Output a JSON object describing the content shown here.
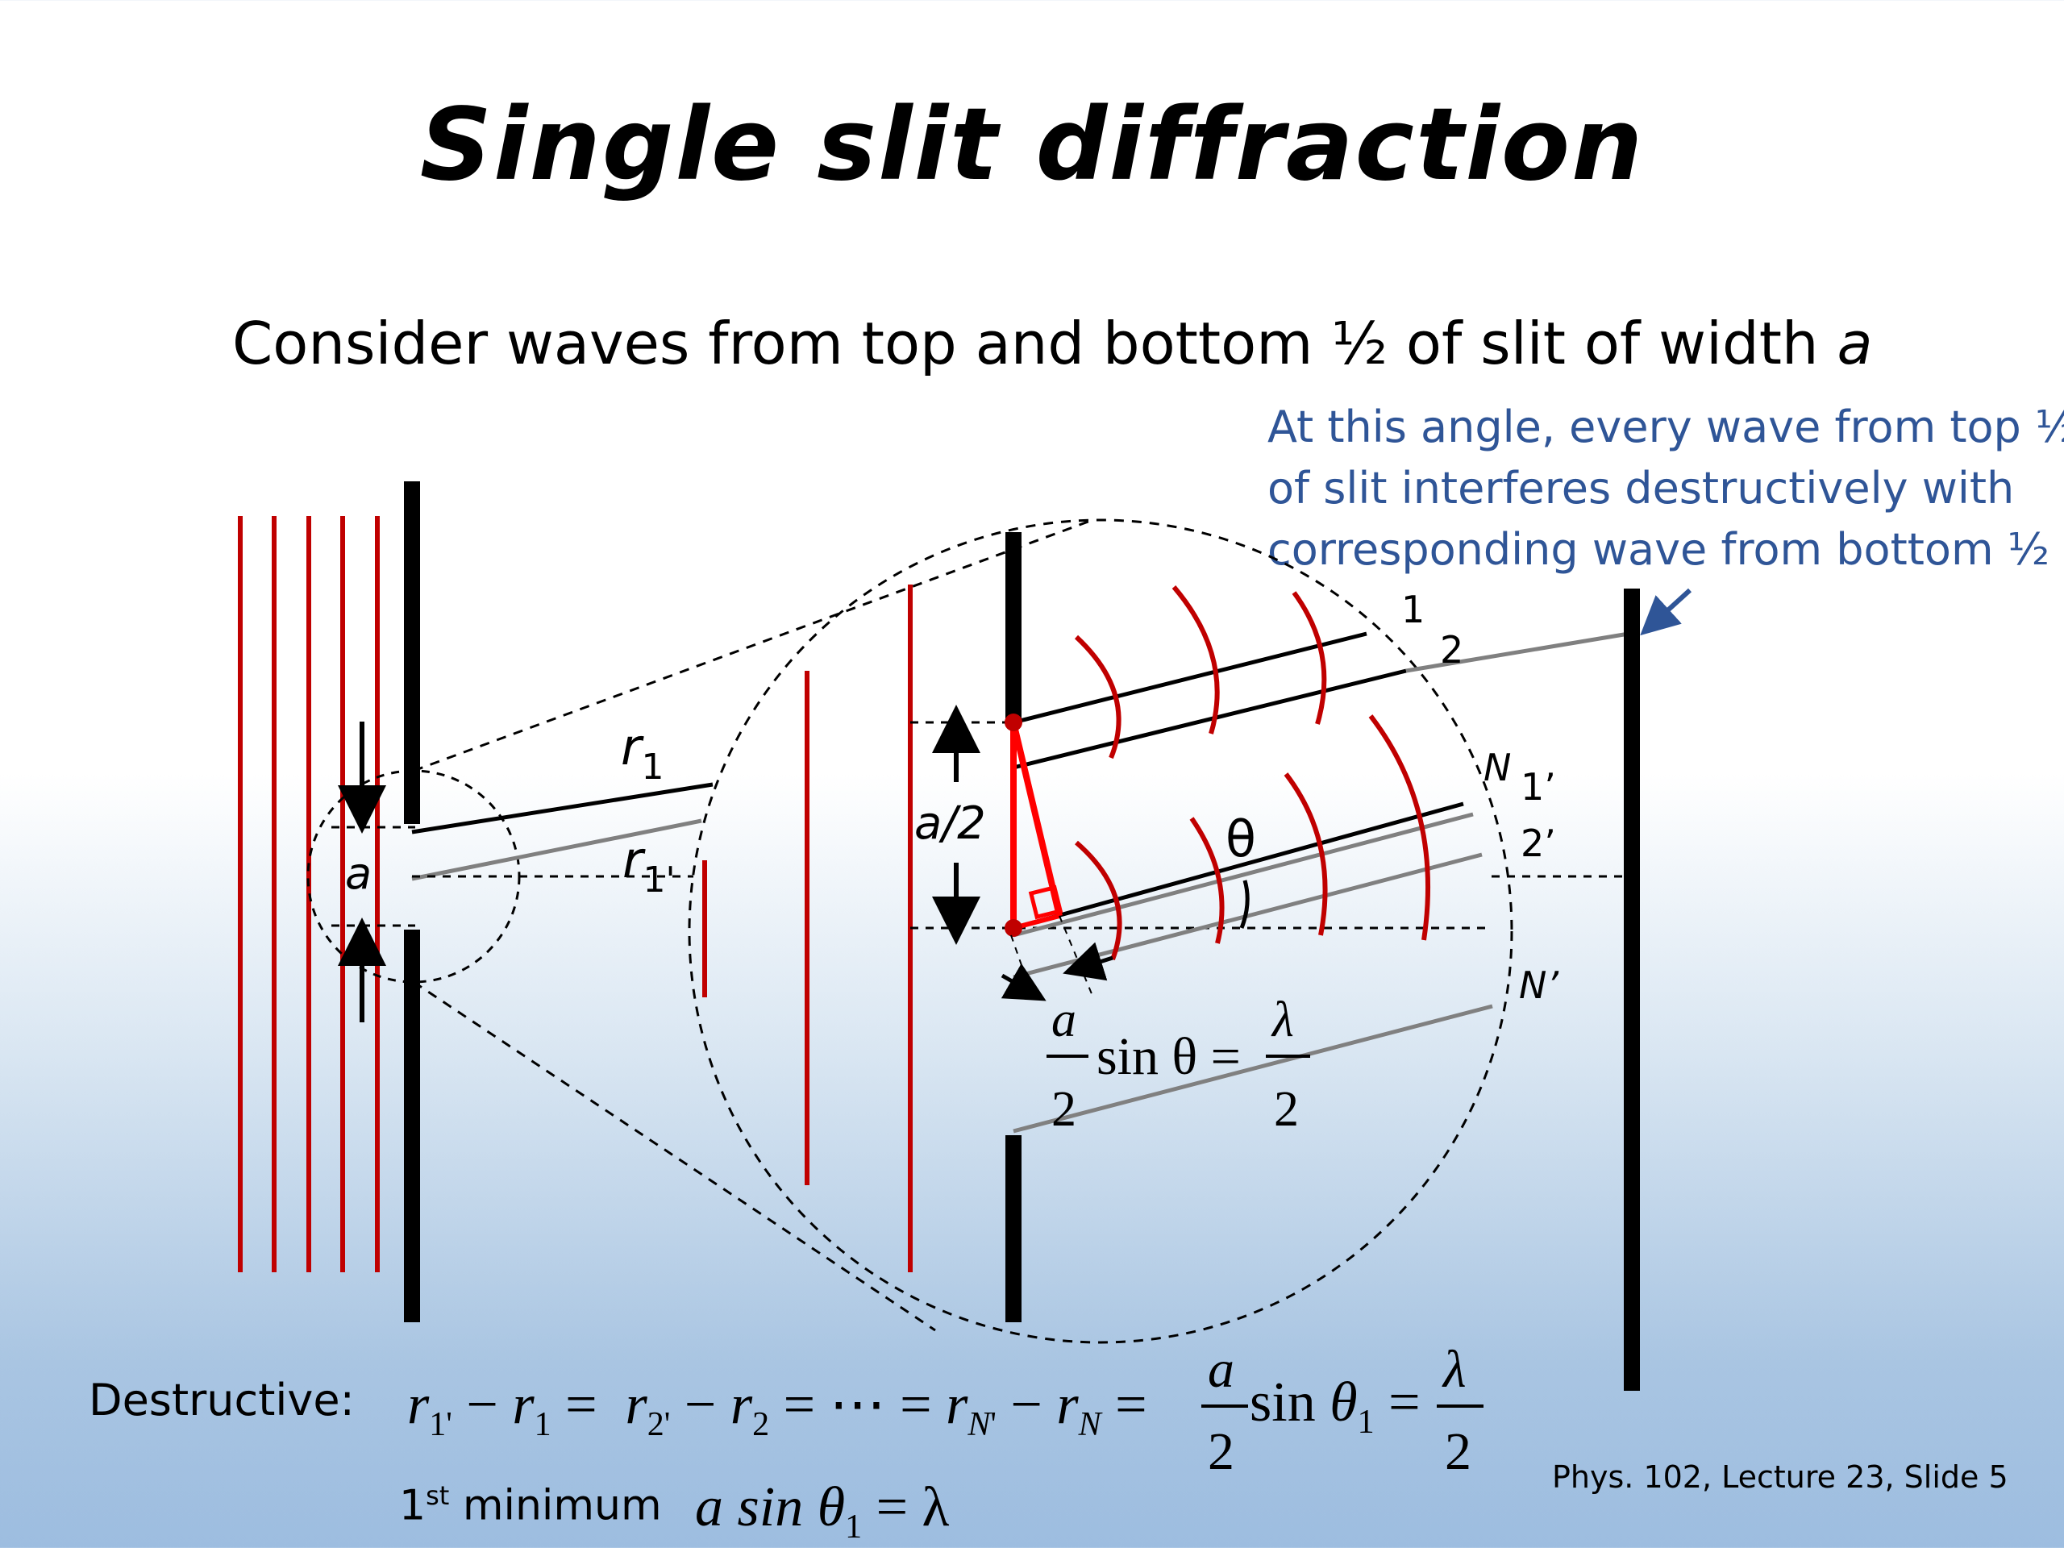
{
  "slide": {
    "title": "Single slit diffraction",
    "subtitle_text": "Consider waves from top and bottom ½ of slit of width ",
    "subtitle_var": "a",
    "note_lines": [
      "At this angle, every wave from top ½",
      "of slit interferes destructively with",
      "corresponding wave from bottom ½"
    ],
    "footer": "Phys. 102, Lecture 23, Slide 5"
  },
  "diagram": {
    "label_a": "a",
    "label_r1": "r",
    "label_r1_sub": "1",
    "label_r1p": "r",
    "label_r1p_sub": "1'",
    "label_a_half": "a/2",
    "label_theta": "θ",
    "ray_labels": [
      "1",
      "2",
      "N",
      "1’",
      "2’",
      "N’"
    ],
    "inset_eq": {
      "num_left": "a",
      "den_left": "2",
      "mid": "sin θ =",
      "num_right": "λ",
      "den_right": "2"
    },
    "colors": {
      "wave": "#c00000",
      "highlight": "#ff0000",
      "note": "#2f5597"
    }
  },
  "equations": {
    "destructive_label": "Destructive:",
    "destructive_lhs": "r",
    "first_min_label": "1",
    "first_min_sup": "st",
    "first_min_rest": " minimum",
    "first_min_eq": "a sin θ",
    "first_min_sub": "1",
    "first_min_rhs": " = λ"
  }
}
